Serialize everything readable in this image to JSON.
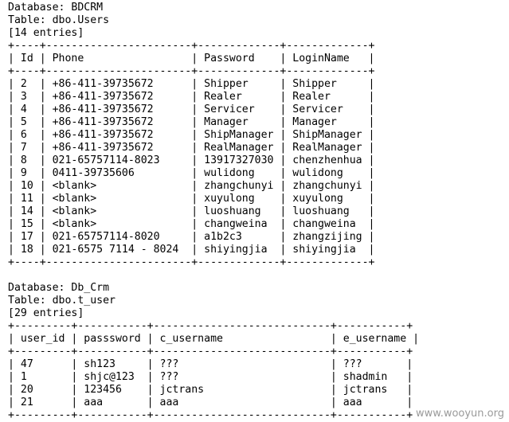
{
  "terminal": {
    "lines": [
      "Database: BDCRM",
      "Table: dbo.Users",
      "[14 entries]",
      "+----+-----------------------+-------------+-------------+",
      "| Id | Phone                 | Password    | LoginName   |",
      "+----+-----------------------+-------------+-------------+",
      "| 2  | +86-411-39735672      | Shipper     | Shipper     |",
      "| 3  | +86-411-39735672      | Realer      | Realer      |",
      "| 4  | +86-411-39735672      | Servicer    | Servicer    |",
      "| 5  | +86-411-39735672      | Manager     | Manager     |",
      "| 6  | +86-411-39735672      | ShipManager | ShipManager |",
      "| 7  | +86-411-39735672      | RealManager | RealManager |",
      "| 8  | 021-65757114-8023     | 13917327030 | chenzhenhua |",
      "| 9  | 0411-39735606         | wulidong    | wulidong    |",
      "| 10 | <blank>               | zhangchunyi | zhangchunyi |",
      "| 11 | <blank>               | xuyulong    | xuyulong    |",
      "| 14 | <blank>               | luoshuang   | luoshuang   |",
      "| 15 | <blank>               | changweina  | changweina  |",
      "| 17 | 021-65757114-8020     | a1b2c3      | zhangzijing |",
      "| 18 | 021-6575 7114 - 8024  | shiyingjia  | shiyingjia  |",
      "+----+-----------------------+-------------+-------------+",
      "",
      "Database: Db_Crm",
      "Table: dbo.t_user",
      "[29 entries]",
      "+---------+-----------+----------------------------+-----------+",
      "| user_id | passsword | c_username                 | e_username |",
      "+---------+-----------+----------------------------+-----------+",
      "| 47      | sh123     | ???                        | ???       |",
      "| 1       | shjc@123  | ???                        | shadmin   |",
      "| 20      | 123456    | jctrans                    | jctrans   |",
      "| 21      | aaa       | aaa                        | aaa       |",
      "+---------+-----------+----------------------------+-----------+"
    ]
  },
  "watermark": "www.wooyun.org"
}
